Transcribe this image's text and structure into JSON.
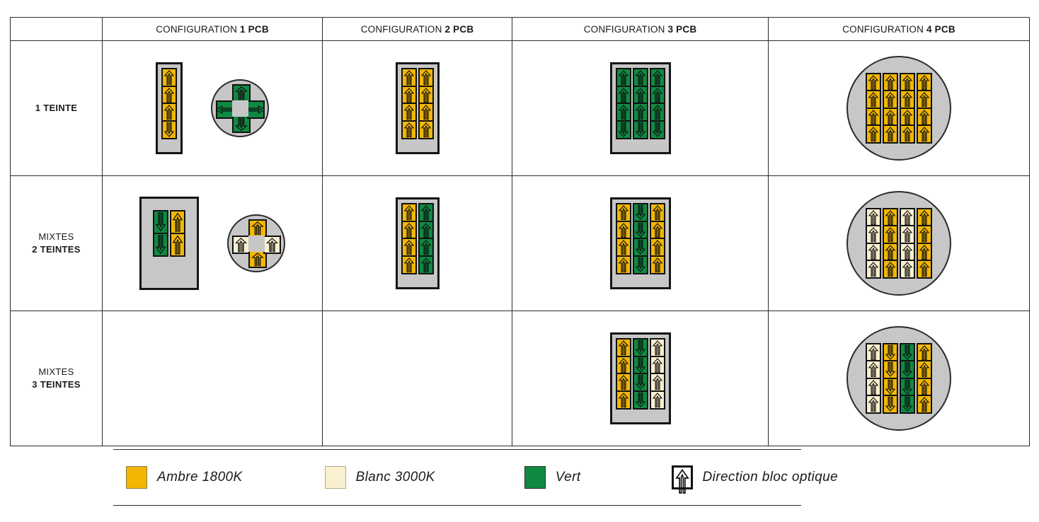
{
  "table": {
    "corner_label": "",
    "columns": [
      {
        "prefix": "CONFIGURATION ",
        "num": "1",
        "suffix": " PCB",
        "full": "CONFIGURATION 1 PCB"
      },
      {
        "prefix": "CONFIGURATION ",
        "num": "2",
        "suffix": " PCB",
        "full": "CONFIGURATION 2 PCB"
      },
      {
        "prefix": "CONFIGURATION ",
        "num": "3",
        "suffix": " PCB",
        "full": "CONFIGURATION 3 PCB"
      },
      {
        "prefix": "CONFIGURATION ",
        "num": "4",
        "suffix": " PCB",
        "full": "CONFIGURATION 4 PCB"
      }
    ],
    "rows": [
      {
        "line1": "1 TEINTE",
        "line2": "",
        "style": "strong"
      },
      {
        "line1": "MIXTES",
        "line2": "2 TEINTES",
        "style": "two-line"
      },
      {
        "line1": "MIXTES",
        "line2": "3 TEINTES",
        "style": "two-line"
      }
    ]
  },
  "colors": {
    "amber": "#F2B705",
    "cream": "#FAEFCF",
    "green": "#0E8A42",
    "board_gray": "#C7C7C7",
    "outline": "#101010",
    "border": "#2B2B2B"
  },
  "legend": {
    "items": [
      {
        "type": "swatch",
        "color_key": "amber",
        "label": "Ambre 1800K"
      },
      {
        "type": "swatch",
        "color_key": "cream",
        "label": "Blanc 3000K"
      },
      {
        "type": "swatch",
        "color_key": "green",
        "label": "Vert"
      },
      {
        "type": "icon",
        "icon": "up-arrow-block-icon",
        "label": "Direction bloc optique"
      }
    ]
  },
  "diagrams": {
    "r1c1_rect": {
      "cols": 1,
      "rows": 4,
      "colors": [
        [
          "amber",
          "amber",
          "amber",
          "amber"
        ]
      ],
      "dirs": [
        [
          "up",
          "up",
          "up",
          "down"
        ]
      ],
      "note": "1 PCB - 1 teinte rectangular board"
    },
    "r1c1_circle": {
      "shape": "cross",
      "arms": {
        "top": {
          "color": "green",
          "dir": "up"
        },
        "bottom": {
          "color": "green",
          "dir": "down"
        },
        "left": {
          "color": "green",
          "dir": "left"
        },
        "right": {
          "color": "green",
          "dir": "right"
        }
      }
    },
    "r1c2": {
      "cols": 2,
      "rows": 4,
      "colors": [
        [
          "amber",
          "amber",
          "amber",
          "amber"
        ],
        [
          "amber",
          "amber",
          "amber",
          "amber"
        ]
      ],
      "dirs": [
        [
          "up",
          "up",
          "up",
          "up"
        ],
        [
          "up",
          "up",
          "up",
          "up"
        ]
      ]
    },
    "r1c3": {
      "cols": 3,
      "rows": 4,
      "colors": [
        [
          "green",
          "green",
          "green",
          "green"
        ],
        [
          "green",
          "green",
          "green",
          "green"
        ],
        [
          "green",
          "green",
          "green",
          "green"
        ]
      ],
      "dirs": [
        [
          "up",
          "up",
          "up",
          "down"
        ],
        [
          "up",
          "up",
          "up",
          "down"
        ],
        [
          "up",
          "up",
          "up",
          "down"
        ]
      ]
    },
    "r1c4": {
      "cols": 4,
      "rows": 4,
      "in_circle": true,
      "colors": [
        [
          "amber",
          "amber",
          "amber",
          "amber"
        ],
        [
          "amber",
          "amber",
          "amber",
          "amber"
        ],
        [
          "amber",
          "amber",
          "amber",
          "amber"
        ],
        [
          "amber",
          "amber",
          "amber",
          "amber"
        ]
      ],
      "dirs": [
        [
          "up",
          "up",
          "up",
          "up"
        ],
        [
          "up",
          "up",
          "up",
          "up"
        ],
        [
          "up",
          "up",
          "up",
          "up"
        ],
        [
          "up",
          "up",
          "up",
          "up"
        ]
      ]
    },
    "r2c1_rect": {
      "cols": 2,
      "rows": 2,
      "colors": [
        [
          "green",
          "green"
        ],
        [
          "amber",
          "amber"
        ]
      ],
      "dirs": [
        [
          "down",
          "down"
        ],
        [
          "up",
          "up"
        ]
      ]
    },
    "r2c1_circle": {
      "shape": "cross",
      "arms": {
        "top": {
          "color": "amber",
          "dir": "up"
        },
        "bottom": {
          "color": "amber",
          "dir": "up"
        },
        "left": {
          "color": "cream",
          "dir": "up"
        },
        "right": {
          "color": "cream",
          "dir": "up"
        }
      }
    },
    "r2c2": {
      "cols": 2,
      "rows": 4,
      "colors": [
        [
          "amber",
          "amber",
          "amber",
          "amber"
        ],
        [
          "green",
          "green",
          "green",
          "green"
        ]
      ],
      "dirs": [
        [
          "up",
          "up",
          "up",
          "up"
        ],
        [
          "up",
          "up",
          "up",
          "up"
        ]
      ]
    },
    "r2c3": {
      "cols": 3,
      "rows": 4,
      "colors": [
        [
          "amber",
          "amber",
          "amber",
          "amber"
        ],
        [
          "green",
          "green",
          "green",
          "green"
        ],
        [
          "amber",
          "amber",
          "amber",
          "amber"
        ]
      ],
      "dirs": [
        [
          "up",
          "up",
          "up",
          "up"
        ],
        [
          "down",
          "down",
          "down",
          "down"
        ],
        [
          "up",
          "up",
          "up",
          "up"
        ]
      ]
    },
    "r2c4": {
      "cols": 4,
      "rows": 4,
      "in_circle": true,
      "colors": [
        [
          "cream",
          "cream",
          "cream",
          "cream"
        ],
        [
          "amber",
          "amber",
          "amber",
          "amber"
        ],
        [
          "cream",
          "cream",
          "cream",
          "cream"
        ],
        [
          "amber",
          "amber",
          "amber",
          "amber"
        ]
      ],
      "dirs": [
        [
          "up",
          "up",
          "up",
          "up"
        ],
        [
          "up",
          "up",
          "up",
          "up"
        ],
        [
          "up",
          "up",
          "up",
          "up"
        ],
        [
          "up",
          "up",
          "up",
          "up"
        ]
      ]
    },
    "r3c3": {
      "cols": 3,
      "rows": 4,
      "colors": [
        [
          "amber",
          "amber",
          "amber",
          "amber"
        ],
        [
          "green",
          "green",
          "green",
          "green"
        ],
        [
          "cream",
          "cream",
          "cream",
          "cream"
        ]
      ],
      "dirs": [
        [
          "up",
          "up",
          "up",
          "up"
        ],
        [
          "down",
          "down",
          "down",
          "down"
        ],
        [
          "up",
          "up",
          "up",
          "up"
        ]
      ]
    },
    "r3c4": {
      "cols": 4,
      "rows": 4,
      "in_circle": true,
      "colors": [
        [
          "cream",
          "cream",
          "cream",
          "cream"
        ],
        [
          "amber",
          "amber",
          "amber",
          "amber"
        ],
        [
          "green",
          "green",
          "green",
          "green"
        ],
        [
          "amber",
          "amber",
          "amber",
          "amber"
        ]
      ],
      "dirs": [
        [
          "up",
          "up",
          "up",
          "up"
        ],
        [
          "down",
          "down",
          "down",
          "down"
        ],
        [
          "down",
          "down",
          "down",
          "down"
        ],
        [
          "up",
          "up",
          "up",
          "up"
        ]
      ]
    }
  }
}
